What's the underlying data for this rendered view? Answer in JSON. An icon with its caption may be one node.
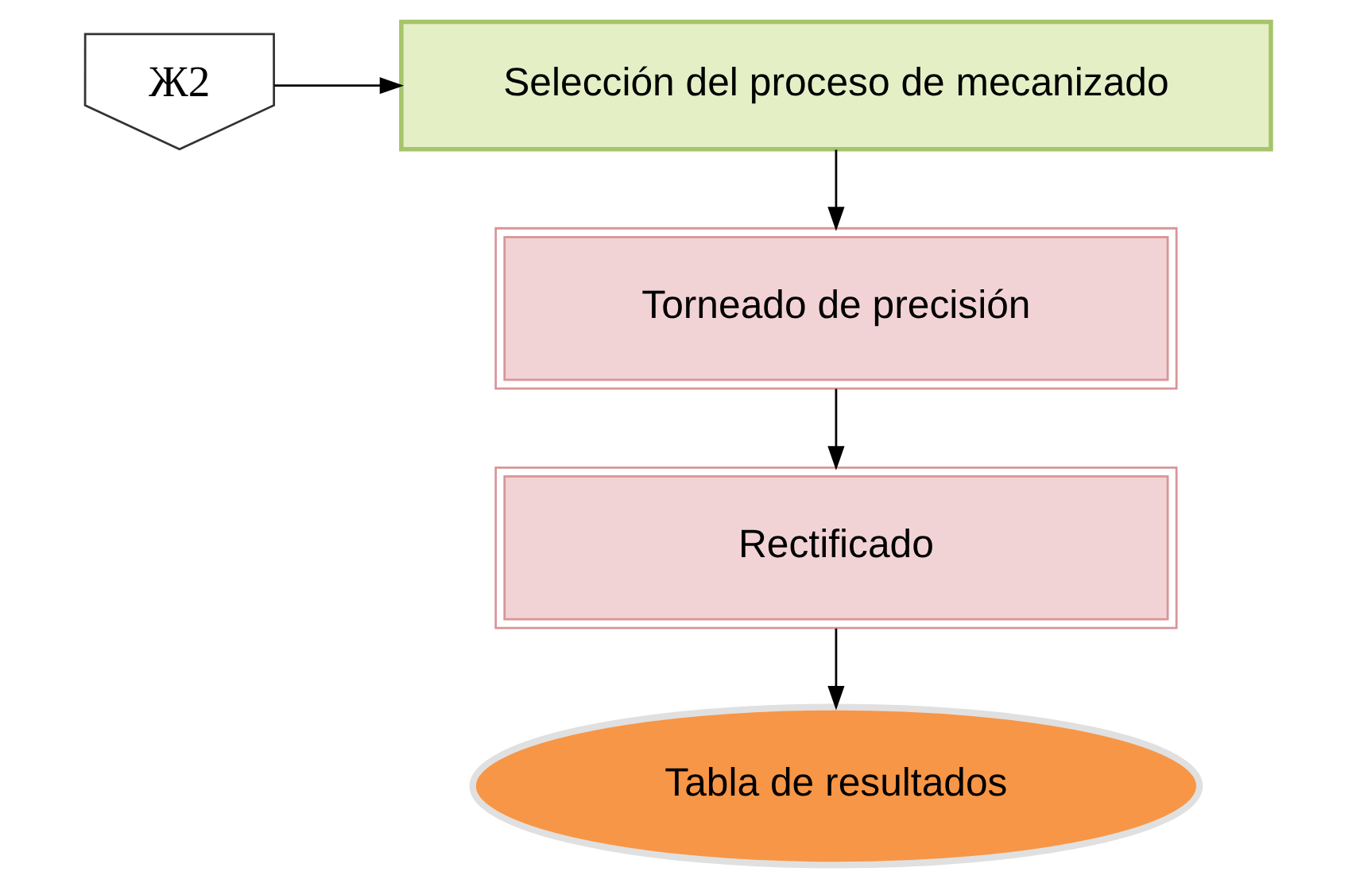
{
  "diagram": {
    "nodes": [
      {
        "text": [
          "Ж2"
        ]
      },
      {
        "text": [
          "Selección del proceso de mecanizado"
        ]
      },
      {
        "text": [
          "Torneado de precisión"
        ]
      },
      {
        "text": [
          "Rectificado"
        ]
      },
      {
        "text": [
          "Tabla de resultados"
        ]
      }
    ],
    "edges": [
      {
        "from": 0,
        "to": 1,
        "arrow": "to"
      },
      {
        "from": 1,
        "to": 2,
        "arrow": "to"
      },
      {
        "from": 2,
        "to": 3,
        "arrow": "to"
      },
      {
        "from": 3,
        "to": 4,
        "arrow": "to"
      }
    ]
  }
}
